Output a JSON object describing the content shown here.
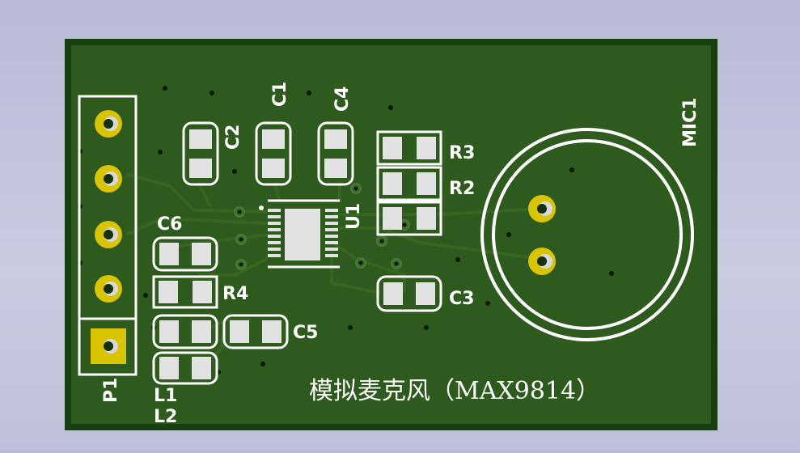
{
  "board": {
    "mask_color": "#2f5a1e",
    "edge_color": "#123a0c",
    "silk_color": "#ffffff",
    "pad_color": "#e6e6e6",
    "gold_color": "#d9c400",
    "title": "模拟麦克风（MAX9814）"
  },
  "components": {
    "c1": "C1",
    "c2": "C2",
    "c3": "C3",
    "c4": "C4",
    "c5": "C5",
    "c6": "C6",
    "r2": "R2",
    "r3": "R3",
    "r4": "R4",
    "u1": "U1",
    "l1": "L1",
    "l2": "L2",
    "p1": "P1",
    "mic1": "MIC1"
  }
}
